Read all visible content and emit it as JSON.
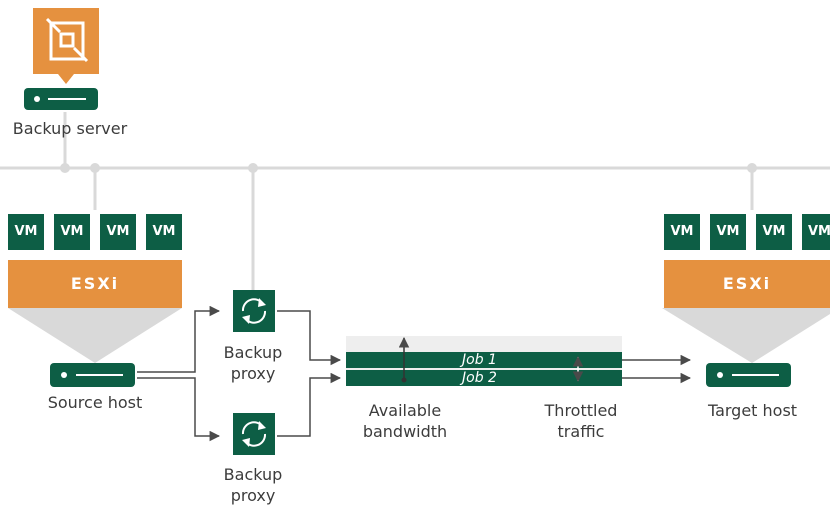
{
  "backup_server": {
    "label": "Backup server"
  },
  "source": {
    "vms": [
      "VM",
      "VM",
      "VM",
      "VM"
    ],
    "hypervisor": "ESXi",
    "host_label": "Source host"
  },
  "proxies": [
    {
      "label_line1": "Backup",
      "label_line2": "proxy"
    },
    {
      "label_line1": "Backup",
      "label_line2": "proxy"
    }
  ],
  "pipe": {
    "jobs": [
      "Job 1",
      "Job 2"
    ],
    "available_label_line1": "Available",
    "available_label_line2": "bandwidth",
    "throttled_label_line1": "Throttled",
    "throttled_label_line2": "traffic"
  },
  "target": {
    "vms": [
      "VM",
      "VM",
      "VM",
      "VM"
    ],
    "hypervisor": "ESXi",
    "host_label": "Target host"
  },
  "colors": {
    "green": "#0d5e45",
    "orange": "#e5913f",
    "network_line": "#d9d9d9",
    "funnel": "#d9d9d9",
    "arrow": "#4a4a4a"
  }
}
